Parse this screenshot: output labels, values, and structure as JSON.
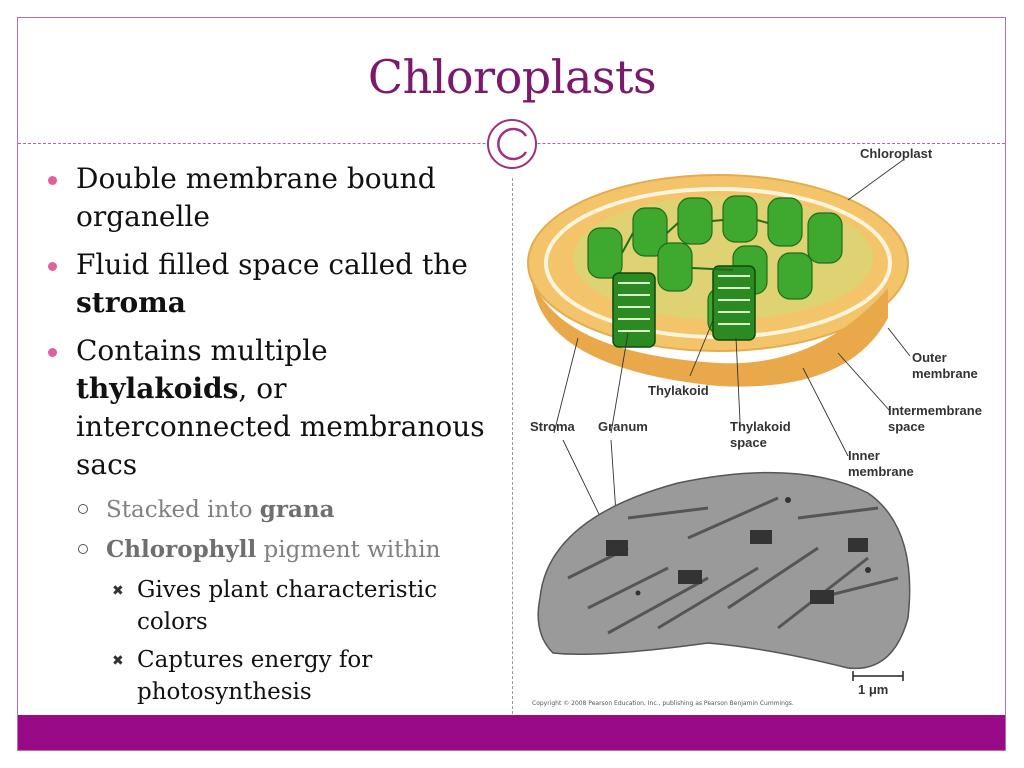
{
  "slide": {
    "title": "Chloroplasts"
  },
  "bullets": {
    "b1": {
      "text": "Double membrane bound organelle"
    },
    "b2": {
      "prefix": "Fluid filled space called the ",
      "bold": "stroma"
    },
    "b3": {
      "prefix": "Contains multiple ",
      "bold": "thylakoids",
      "suffix": ", or interconnected membranous sacs"
    },
    "sub1": {
      "prefix": "Stacked into ",
      "bold": "grana"
    },
    "sub2": {
      "bold": "Chlorophyll",
      "suffix": " pigment within"
    },
    "subsub1": "Gives plant characteristic colors",
    "subsub2": "Captures energy for photosynthesis"
  },
  "figure": {
    "labels": {
      "chloroplast": "Chloroplast",
      "outer_membrane": "Outer membrane",
      "intermembrane_space": "Intermembrane space",
      "inner_membrane": "Inner membrane",
      "thylakoid": "Thylakoid",
      "thylakoid_space": "Thylakoid space",
      "stroma": "Stroma",
      "granum": "Granum",
      "scale": "1 μm"
    },
    "copyright": "Copyright © 2008 Pearson Education, Inc., publishing as Pearson Benjamin Cummings."
  },
  "colors": {
    "title": "#7b1a6c",
    "accent_bar": "#990a87",
    "bullet_dot": "#e0609c"
  }
}
